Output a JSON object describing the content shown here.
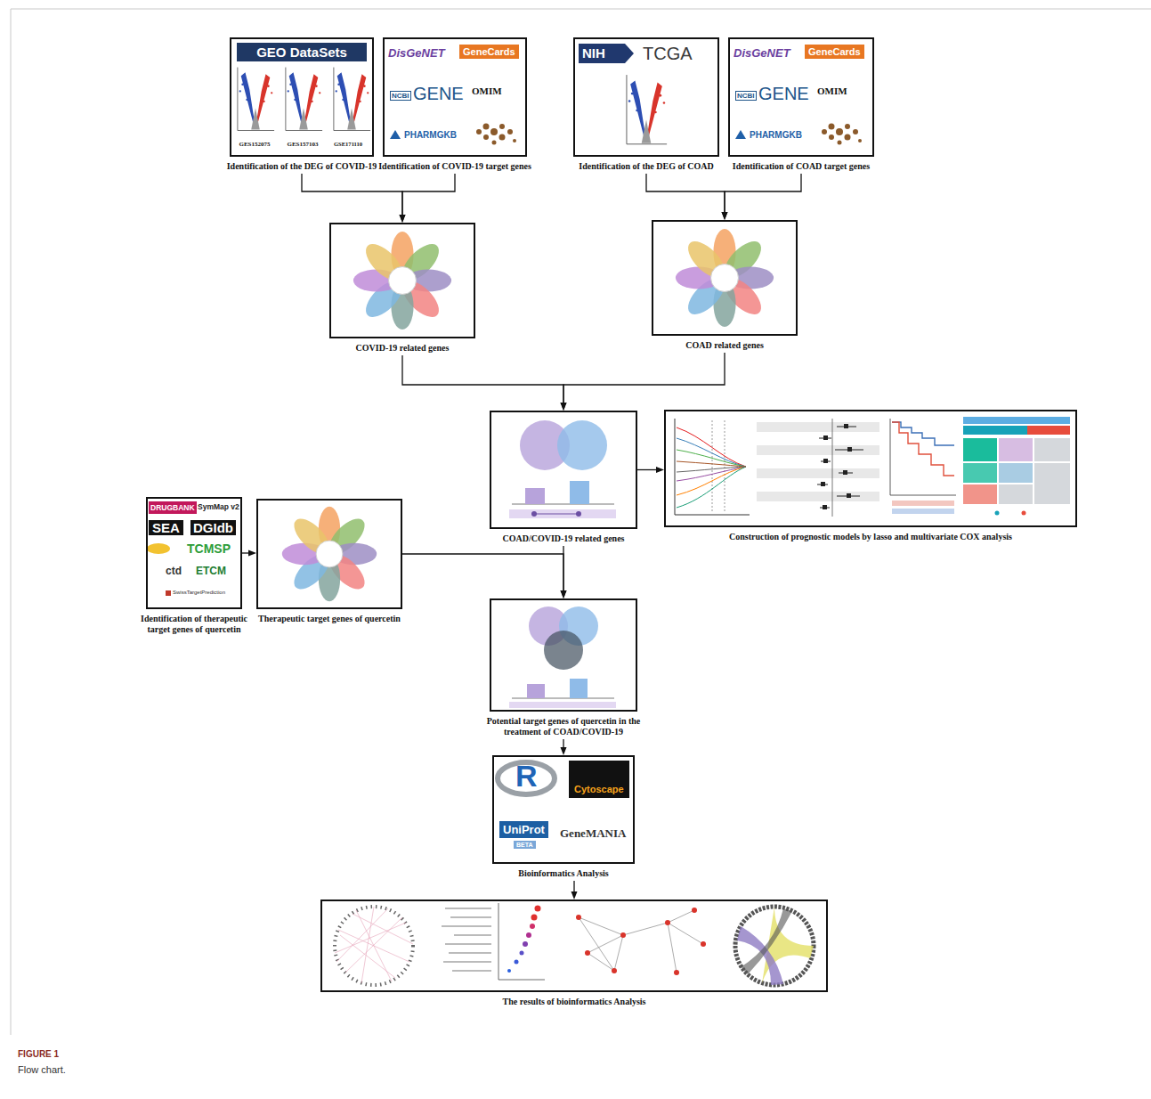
{
  "diagram": {
    "caption": "Flow chart.",
    "nodes": [
      {
        "text": [
          "GEO DataSets",
          "GES152075",
          "GES157103",
          "GSE171110",
          "Identification of the DEG of COVID-19"
        ]
      },
      {
        "text": [
          "DisGeNET",
          "GeneCards",
          "NCBI",
          "GENE",
          "OMIM",
          "PHARMGKB",
          "Identification of COVID-19 target genes"
        ]
      },
      {
        "text": [
          "NIH",
          "TCGA",
          "Identification of the DEG of COAD"
        ]
      },
      {
        "text": [
          "DisGeNET",
          "GeneCards",
          "NCBI",
          "GENE",
          "OMIM",
          "PHARMGKB",
          "Identification of COAD target genes"
        ]
      },
      {
        "text": [
          "COVID-19 related genes"
        ]
      },
      {
        "text": [
          "COAD related genes"
        ]
      },
      {
        "text": [
          "COAD/COVID-19 related genes"
        ]
      },
      {
        "text": [
          "Construction of prognostic models by lasso and multivariate COX analysis"
        ]
      },
      {
        "text": [
          "DRUGBANK",
          "SymMap v2",
          "SEA",
          "DGIdb",
          "TCMSP",
          "ctd",
          "ETCM",
          "SwissTargetPrediction",
          "Identification of therapeutic target genes of quercetin"
        ]
      },
      {
        "text": [
          "Therapeutic target genes of quercetin"
        ]
      },
      {
        "text": [
          "Potential target genes of quercetin in the treatment of COAD/COVID-19"
        ]
      },
      {
        "text": [
          "R",
          "Cytoscape",
          "UniProt",
          "BETA",
          "GeneMANIA",
          "Bioinformatics Analysis"
        ]
      },
      {
        "text": [
          "The results of bioinformatics Analysis"
        ]
      }
    ],
    "edges": [
      {
        "from": 0,
        "to": 4,
        "arrow": "to"
      },
      {
        "from": 1,
        "to": 4,
        "arrow": "to"
      },
      {
        "from": 2,
        "to": 5,
        "arrow": "to"
      },
      {
        "from": 3,
        "to": 5,
        "arrow": "to"
      },
      {
        "from": 4,
        "to": 6,
        "arrow": "to"
      },
      {
        "from": 5,
        "to": 6,
        "arrow": "to"
      },
      {
        "from": 6,
        "to": 7,
        "arrow": "to"
      },
      {
        "from": 8,
        "to": 9,
        "arrow": "to"
      },
      {
        "from": 6,
        "to": 10,
        "arrow": "to"
      },
      {
        "from": 9,
        "to": 10,
        "arrow": "to"
      },
      {
        "from": 10,
        "to": 11,
        "arrow": "to"
      },
      {
        "from": 11,
        "to": 12,
        "arrow": "to"
      }
    ],
    "labels": [
      "FIGURE 1"
    ]
  }
}
